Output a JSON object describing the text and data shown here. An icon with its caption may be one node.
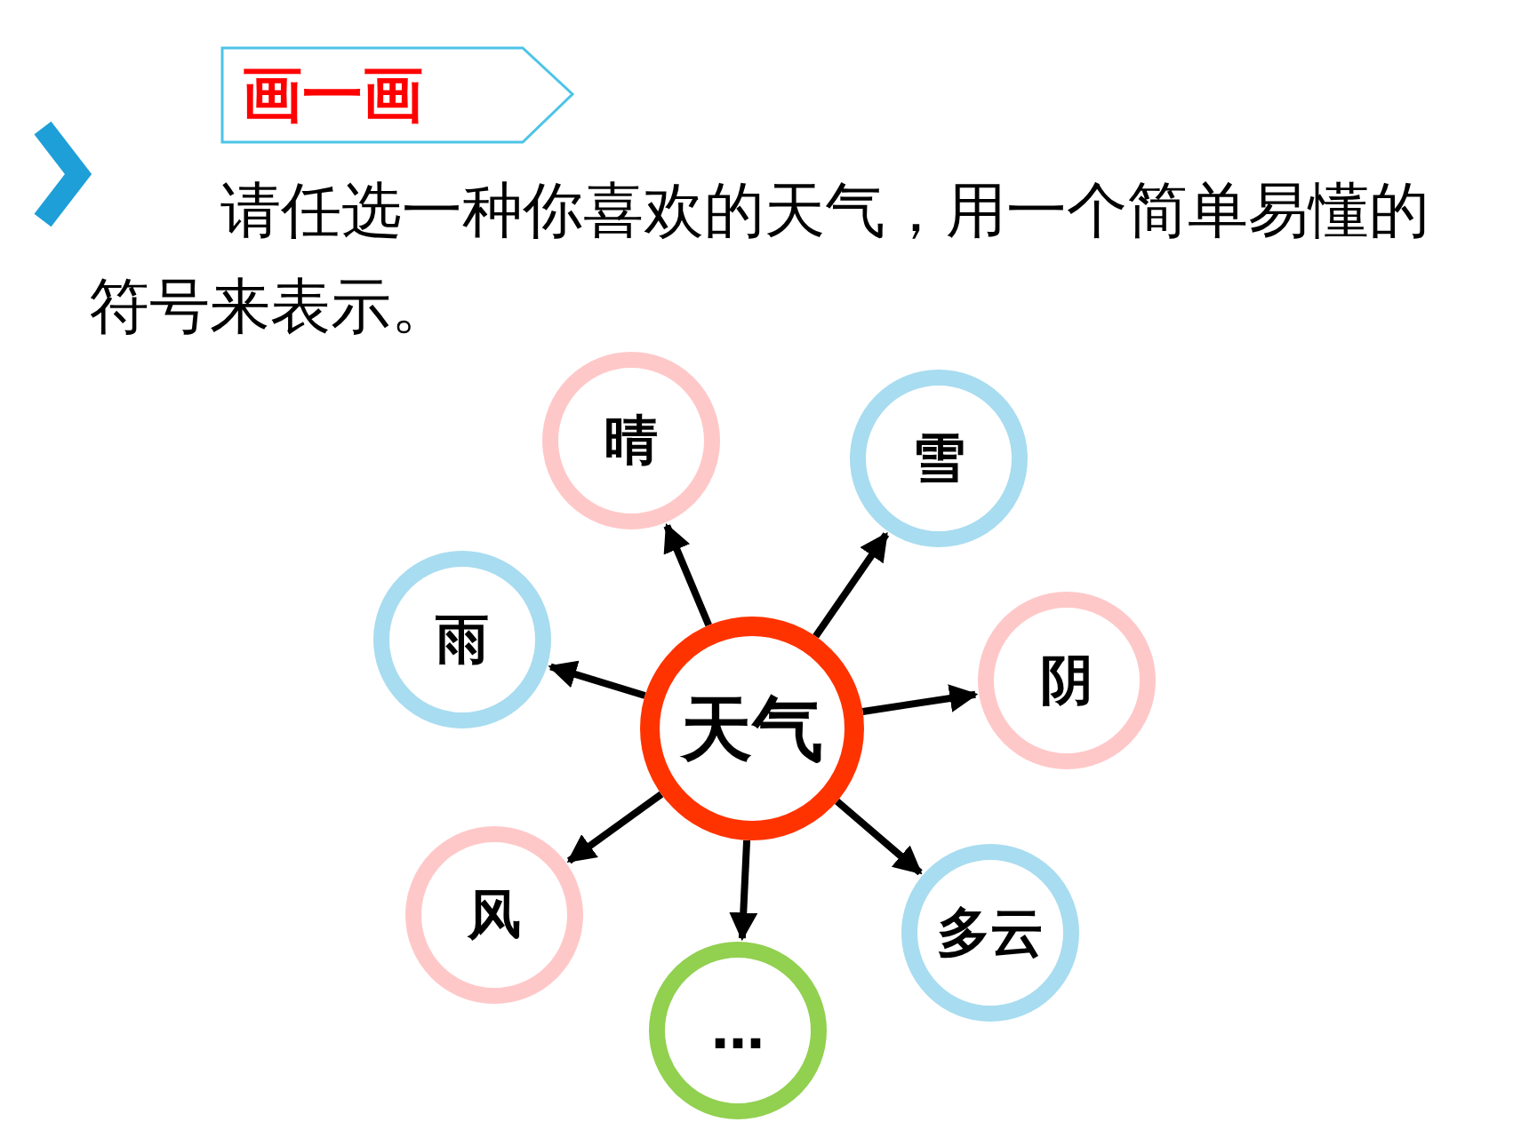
{
  "diagram": {
    "title": "画一画",
    "nodes": [
      {
        "text": [
          "天气"
        ]
      },
      {
        "text": [
          "晴"
        ]
      },
      {
        "text": [
          "雪"
        ]
      },
      {
        "text": [
          "阴"
        ]
      },
      {
        "text": [
          "多云"
        ]
      },
      {
        "text": [
          "…"
        ]
      },
      {
        "text": [
          "风"
        ]
      },
      {
        "text": [
          "雨"
        ]
      }
    ],
    "edges": [
      {
        "from": 0,
        "to": 1,
        "arrow": "to"
      },
      {
        "from": 0,
        "to": 2,
        "arrow": "to"
      },
      {
        "from": 0,
        "to": 3,
        "arrow": "to"
      },
      {
        "from": 0,
        "to": 4,
        "arrow": "to"
      },
      {
        "from": 0,
        "to": 5,
        "arrow": "to"
      },
      {
        "from": 0,
        "to": 6,
        "arrow": "to"
      },
      {
        "from": 0,
        "to": 7,
        "arrow": "to"
      }
    ],
    "labels": [
      "请任选一种你喜欢的天气，用一个简单易懂的符号来表示。"
    ]
  }
}
